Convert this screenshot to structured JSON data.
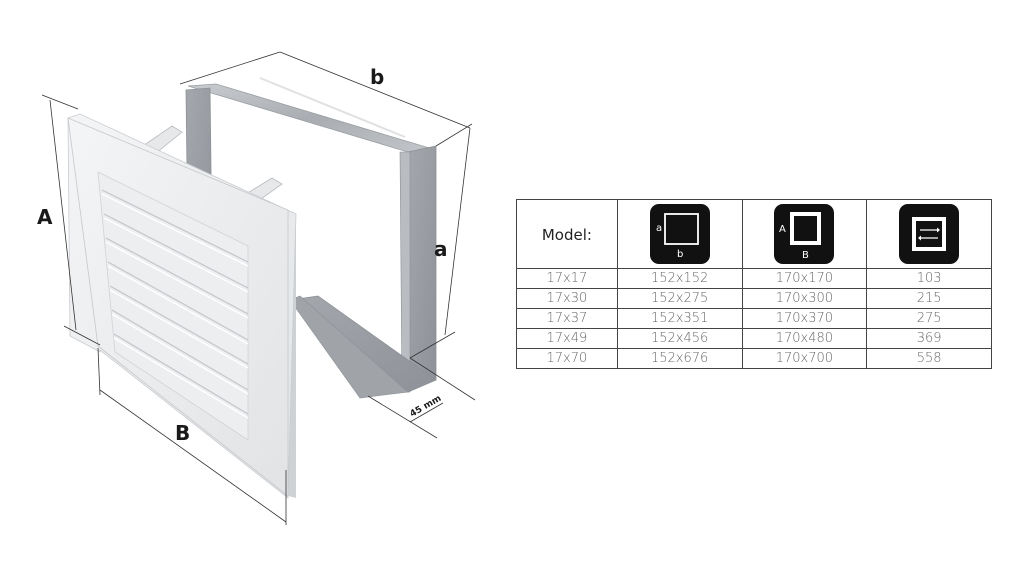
{
  "diagram": {
    "labels": {
      "A": "A",
      "B": "B",
      "a": "a",
      "b": "b",
      "depth": "45 mm"
    },
    "parts": [
      "louvered-grille",
      "galvanized-sleeve-frame"
    ]
  },
  "table": {
    "header": {
      "model_label": "Model:",
      "icons": [
        {
          "name": "inner-dimension-icon",
          "side_label": "a",
          "bottom_label": "b"
        },
        {
          "name": "outer-dimension-icon",
          "side_label": "A",
          "bottom_label": "B"
        },
        {
          "name": "airflow-area-icon"
        }
      ]
    },
    "rows": [
      {
        "model": "17x17",
        "inner": "152x152",
        "outer": "170x170",
        "area": "103"
      },
      {
        "model": "17x30",
        "inner": "152x275",
        "outer": "170x300",
        "area": "215"
      },
      {
        "model": "17x37",
        "inner": "152x351",
        "outer": "170x370",
        "area": "275"
      },
      {
        "model": "17x49",
        "inner": "152x456",
        "outer": "170x480",
        "area": "369"
      },
      {
        "model": "17x70",
        "inner": "152x676",
        "outer": "170x700",
        "area": "558"
      }
    ]
  }
}
